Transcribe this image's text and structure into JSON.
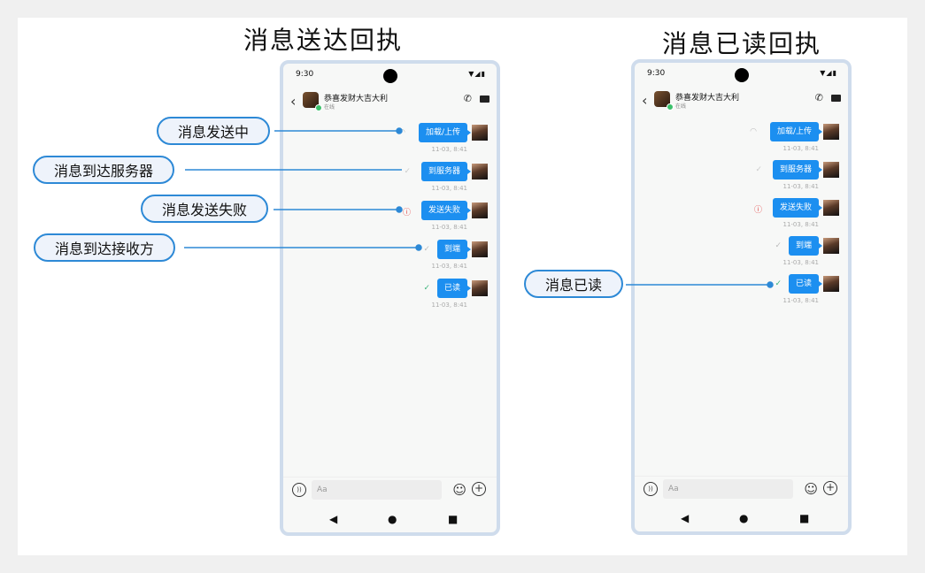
{
  "titles": {
    "left": "消息送达回执",
    "right": "消息已读回执"
  },
  "phone": {
    "time": "9:30",
    "contact_name": "恭喜发财大吉大利",
    "contact_status": "在线",
    "input_placeholder": "Aa"
  },
  "left_messages": [
    {
      "text": "加载/上传",
      "time": "11-03, 8:41",
      "status": "sending"
    },
    {
      "text": "到服务器",
      "time": "11-03, 8:41",
      "status": "server"
    },
    {
      "text": "发送失败",
      "time": "11-03, 8:41",
      "status": "failed"
    },
    {
      "text": "到端",
      "time": "11-03, 8:41",
      "status": "delivered"
    },
    {
      "text": "已读",
      "time": "11-03, 8:41",
      "status": "read"
    }
  ],
  "right_messages": [
    {
      "text": "加载/上传",
      "time": "11-03, 8:41",
      "status": "sending"
    },
    {
      "text": "到服务器",
      "time": "11-03, 8:41",
      "status": "server"
    },
    {
      "text": "发送失败",
      "time": "11-03, 8:41",
      "status": "failed"
    },
    {
      "text": "到端",
      "time": "11-03, 8:41",
      "status": "delivered"
    },
    {
      "text": "已读",
      "time": "11-03, 8:41",
      "status": "read"
    }
  ],
  "labels": {
    "sending": "消息发送中",
    "server": "消息到达服务器",
    "failed": "消息发送失败",
    "delivered": "消息到达接收方",
    "read": "消息已读"
  },
  "colors": {
    "accent": "#1c8ff0",
    "border": "#2d89d6",
    "failed": "#e33b3b",
    "read_check": "#3bb37a"
  }
}
